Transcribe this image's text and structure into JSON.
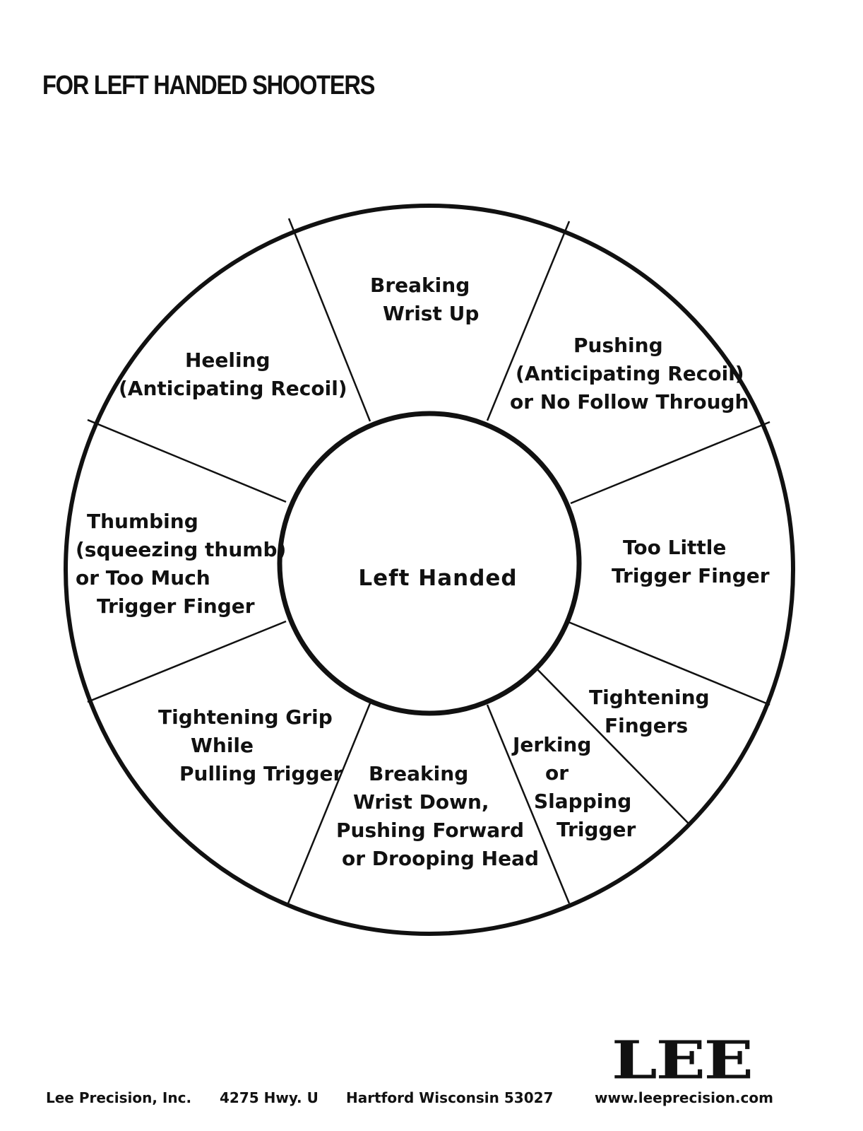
{
  "title": "FOR LEFT HANDED SHOOTERS",
  "center_label": "Left Handed",
  "segments": {
    "breaking_wrist_up": [
      "Breaking",
      "Wrist Up"
    ],
    "pushing": [
      "Pushing",
      "(Anticipating Recoil)",
      "or No Follow Through"
    ],
    "too_little_trigger_finger": [
      "Too Little",
      "Trigger Finger"
    ],
    "tightening_fingers": [
      "Tightening",
      "Fingers"
    ],
    "jerking": [
      "Jerking",
      "or",
      "Slapping",
      "Trigger"
    ],
    "breaking_wrist_down": [
      "Breaking",
      "Wrist Down,",
      "Pushing Forward",
      "or Drooping Head"
    ],
    "tightening_grip": [
      "Tightening Grip",
      "While",
      "Pulling Trigger"
    ],
    "thumbing": [
      "Thumbing",
      "(squeezing thumb)",
      "or Too Much",
      "Trigger Finger"
    ],
    "heeling": [
      "Heeling",
      "(Anticipating Recoil)"
    ]
  },
  "logo_text": "LEE",
  "footer": {
    "company": "Lee Precision, Inc.",
    "street": "4275 Hwy. U",
    "city": "Hartford Wisconsin 53027",
    "website": "www.leeprecision.com"
  }
}
